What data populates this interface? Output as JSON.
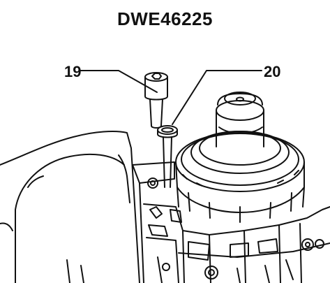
{
  "diagram": {
    "model": "DWE46225",
    "callouts": [
      "19",
      "20"
    ]
  }
}
